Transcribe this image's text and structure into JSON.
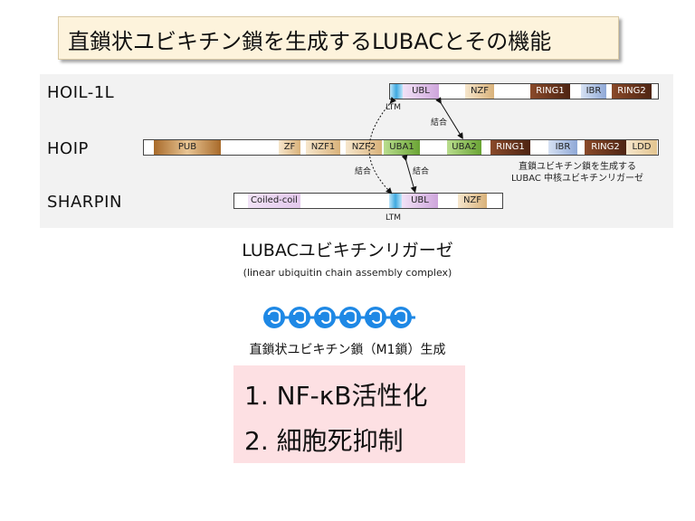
{
  "title": "直鎖状ユビキチン鎖を生成するLUBACとその機能",
  "proteins": {
    "hoil": {
      "name": "HOIL-1L",
      "domains": {
        "ubl": "UBL",
        "nzf": "NZF",
        "ring1": "RING1",
        "ibr": "IBR",
        "ring2": "RING2"
      },
      "ltm_label": "LTM"
    },
    "hoip": {
      "name": "HOIP",
      "domains": {
        "pub": "PUB",
        "zf": "ZF",
        "nzf1": "NZF1",
        "nzf2": "NZF2",
        "uba1": "UBA1",
        "uba2": "UBA2",
        "ring1": "RING1",
        "ibr": "IBR",
        "ring2": "RING2",
        "ldd": "LDD"
      },
      "core_caption_line1": "直鎖ユビキチン鎖を生成する",
      "core_caption_line2": "LUBAC 中核ユビキチンリガーゼ"
    },
    "sharpin": {
      "name": "SHARPIN",
      "domains": {
        "coiled_coil": "Coiled-coil",
        "ubl": "UBL",
        "nzf": "NZF"
      },
      "ltm_label": "LTM"
    }
  },
  "binding_labels": {
    "top": "結合",
    "left": "結合",
    "middle": "結合"
  },
  "ligase": {
    "name": "LUBACユビキチンリガーゼ",
    "full_name": "(linear ubiquitin chain assembly complex)"
  },
  "ubiquitin_chain": {
    "unit_count": 6,
    "caption": "直鎖状ユビキチン鎖（M1鎖）生成"
  },
  "functions": [
    "1. NF-κB活性化",
    "2. 細胞死抑制"
  ],
  "colors": {
    "title_bg": "#fdf3dc",
    "function_bg": "#fde0e3",
    "ubl": "#cfa6dc",
    "nzf": "#e6c79b",
    "ring": "#4e2412",
    "ibr": "#a8bcdf",
    "uba": "#7bb342",
    "ltm": "#3fa9e0",
    "ubiquitin": "#1e88e5"
  }
}
